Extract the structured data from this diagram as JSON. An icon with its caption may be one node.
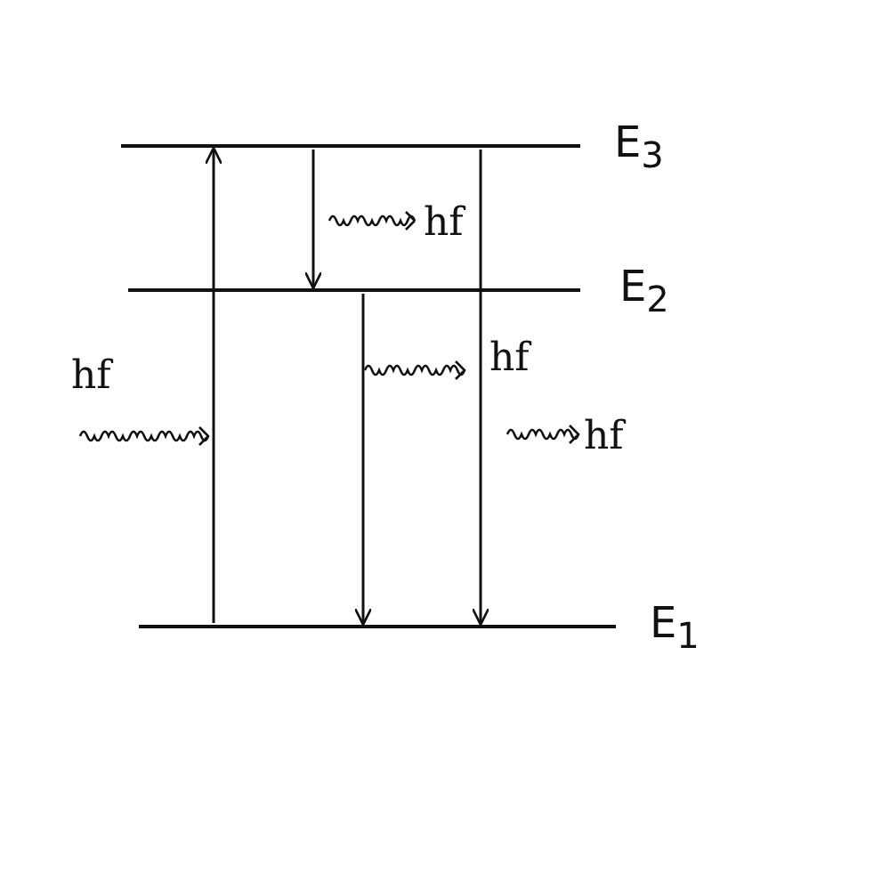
{
  "diagram": {
    "nodes": [
      {
        "text": [
          "E$_{3}$"
        ]
      },
      {
        "text": [
          "E$_{2}$"
        ]
      },
      {
        "text": [
          "E$_{1}$"
        ]
      }
    ],
    "edges": [
      {
        "from": 2,
        "to": 0,
        "arrow": "to"
      },
      {
        "from": 0,
        "to": 1,
        "arrow": "to"
      },
      {
        "from": 1,
        "to": 2,
        "arrow": "to"
      },
      {
        "from": 0,
        "to": 2,
        "arrow": "to"
      }
    ],
    "labels": [
      "hf",
      "hf",
      "hf",
      "hf"
    ]
  }
}
